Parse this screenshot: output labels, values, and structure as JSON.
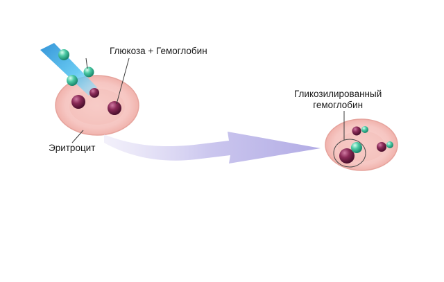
{
  "labels": {
    "glucose_plus_hemoglobin": "Глюкоза + Гемоглобин",
    "erythrocyte": "Эритроцит",
    "glycated_hemoglobin_line1": "Гликозилированный",
    "glycated_hemoglobin_line2": "гемоглобин"
  },
  "colors": {
    "cell_fill": "#f6c6c2",
    "cell_edge": "#e8a29c",
    "hemoglobin": "#7a2048",
    "glucose": "#3ebf9a",
    "stream": "#2fa6e0",
    "arrow": "#b9b4e6"
  }
}
